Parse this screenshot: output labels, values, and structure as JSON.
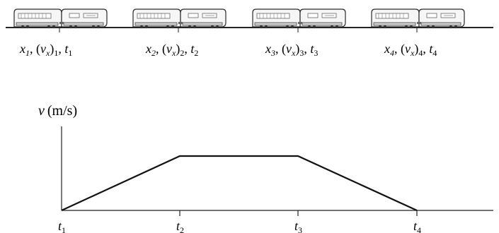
{
  "train_positions": [
    {
      "x": "x",
      "x_sub": "1",
      "vx": "v",
      "vx_sub": "x",
      "vx_outer_sub": "1",
      "t": "t",
      "t_sub": "1"
    },
    {
      "x": "x",
      "x_sub": "2",
      "vx": "v",
      "vx_sub": "x",
      "vx_outer_sub": "2",
      "t": "t",
      "t_sub": "2"
    },
    {
      "x": "x",
      "x_sub": "3",
      "vx": "v",
      "vx_sub": "x",
      "vx_outer_sub": "3",
      "t": "t",
      "t_sub": "3"
    },
    {
      "x": "x",
      "x_sub": "4",
      "vx": "v",
      "vx_sub": "x",
      "vx_outer_sub": "4",
      "t": "t",
      "t_sub": "4"
    }
  ],
  "graph": {
    "y_axis_label_var": "v",
    "y_axis_label_unit": "(m/s)",
    "time_ticks": [
      {
        "t": "t",
        "sub": "1"
      },
      {
        "t": "t",
        "sub": "2"
      },
      {
        "t": "t",
        "sub": "3"
      },
      {
        "t": "t",
        "sub": "4"
      }
    ],
    "shape": "trapezoid: linear increase from 0 at t1 to max at t2, constant until t3, linear decrease to 0 at t4"
  },
  "colors": {
    "ink": "#1a1a1a",
    "train_outline": "#2a2a2a",
    "train_fill": "#f6f6f6",
    "ground": "#222222"
  }
}
